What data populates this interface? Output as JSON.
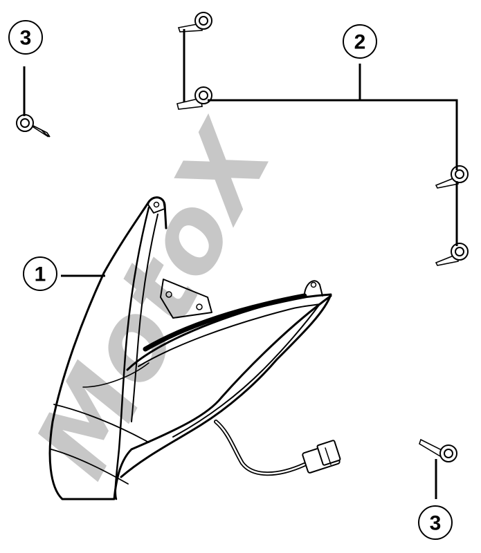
{
  "diagram": {
    "callouts": [
      {
        "id": "callout-3-top",
        "label": "3"
      },
      {
        "id": "callout-2",
        "label": "2"
      },
      {
        "id": "callout-1",
        "label": "1"
      },
      {
        "id": "callout-3-bottom",
        "label": "3"
      }
    ],
    "watermark": "MotoX",
    "colors": {
      "line": "#000000",
      "watermark": "#9a9a9a",
      "background": "#ffffff"
    }
  }
}
